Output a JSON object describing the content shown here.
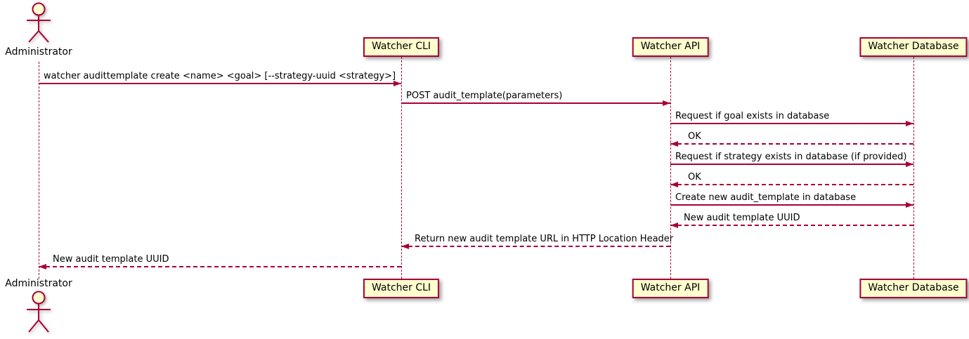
{
  "diagram": {
    "type": "sequence-diagram",
    "colors": {
      "accent": "#A80036",
      "participant_fill": "#FEFECE",
      "text": "#000000",
      "background": "#FFFFFF"
    }
  },
  "actor": {
    "label": "Administrator"
  },
  "participants": [
    {
      "label": "Watcher CLI"
    },
    {
      "label": "Watcher API"
    },
    {
      "label": "Watcher Database"
    }
  ],
  "messages": [
    {
      "from": "Administrator",
      "to": "Watcher CLI",
      "style": "solid",
      "label": "watcher audittemplate create <name> <goal> [--strategy-uuid <strategy>]"
    },
    {
      "from": "Watcher CLI",
      "to": "Watcher API",
      "style": "solid",
      "label": "POST audit_template(parameters)"
    },
    {
      "from": "Watcher API",
      "to": "Watcher Database",
      "style": "solid",
      "label": "Request if goal exists in database"
    },
    {
      "from": "Watcher Database",
      "to": "Watcher API",
      "style": "dashed",
      "label": "OK"
    },
    {
      "from": "Watcher API",
      "to": "Watcher Database",
      "style": "solid",
      "label": "Request if strategy exists in database (if provided)"
    },
    {
      "from": "Watcher Database",
      "to": "Watcher API",
      "style": "dashed",
      "label": "OK"
    },
    {
      "from": "Watcher API",
      "to": "Watcher Database",
      "style": "solid",
      "label": "Create new audit_template in database"
    },
    {
      "from": "Watcher Database",
      "to": "Watcher API",
      "style": "dashed",
      "label": "New audit template UUID"
    },
    {
      "from": "Watcher API",
      "to": "Watcher CLI",
      "style": "dashed",
      "label": "Return new audit template URL in HTTP Location Header"
    },
    {
      "from": "Watcher CLI",
      "to": "Administrator",
      "style": "dashed",
      "label": "New audit template UUID"
    }
  ]
}
